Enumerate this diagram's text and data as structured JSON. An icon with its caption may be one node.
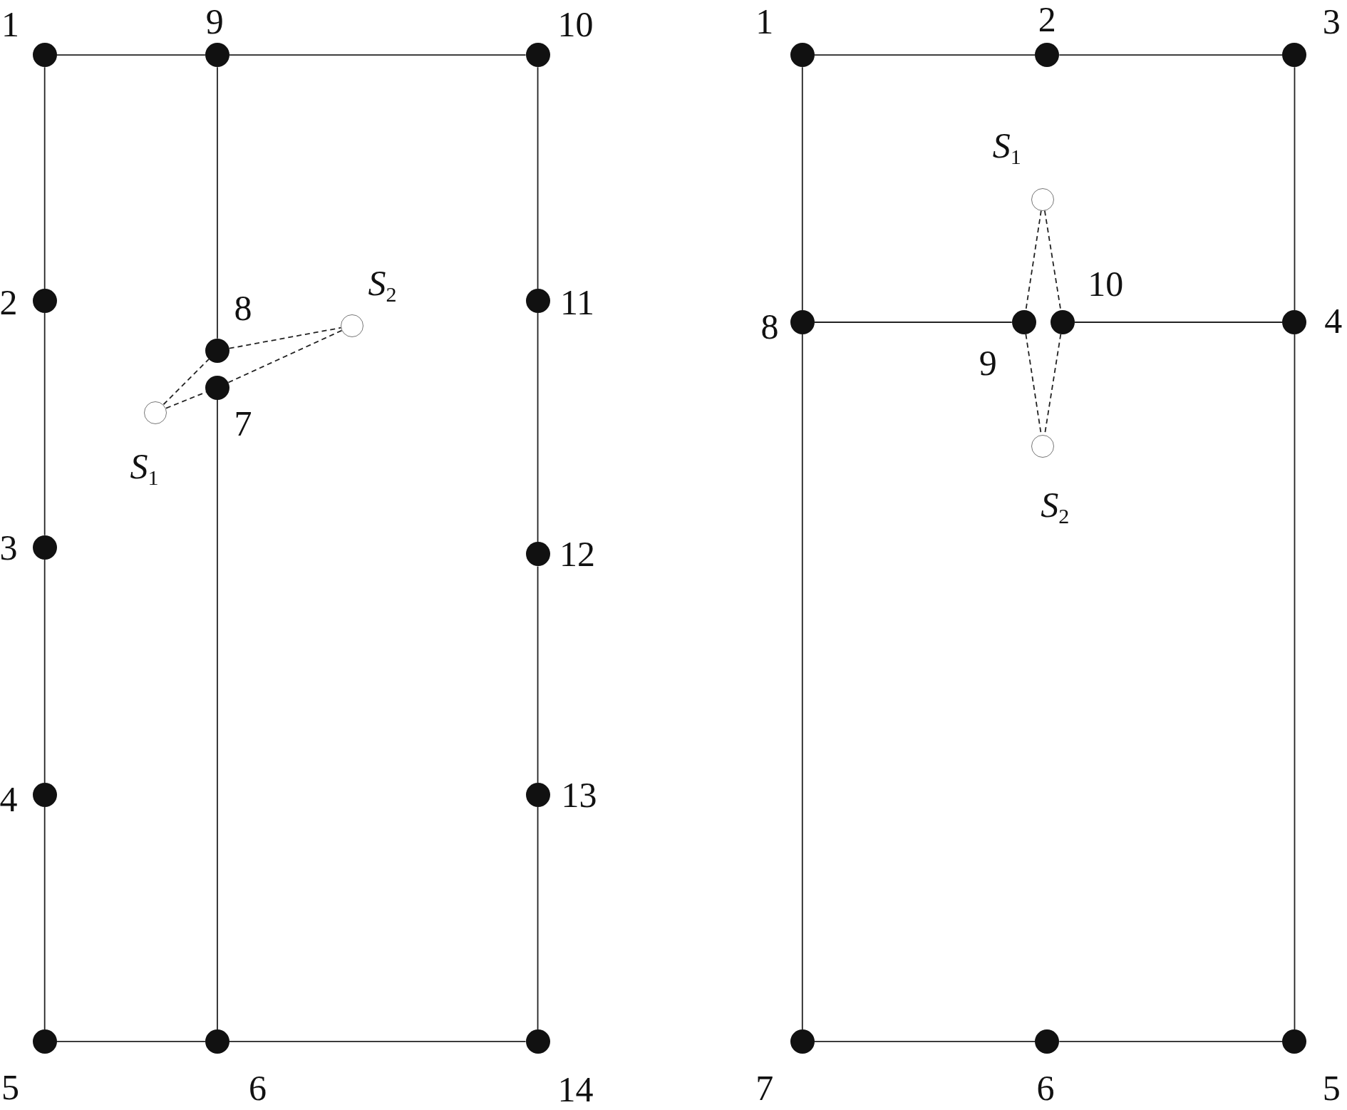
{
  "diagram": {
    "nodes": [
      {
        "text": [],
        "shape": "circle",
        "beside": [
          "1"
        ]
      },
      {
        "text": [],
        "shape": "circle",
        "beside": [
          "2"
        ]
      },
      {
        "text": [],
        "shape": "circle",
        "beside": [
          "3"
        ]
      },
      {
        "text": [],
        "shape": "circle",
        "beside": [
          "4"
        ]
      },
      {
        "text": [],
        "shape": "circle",
        "beside": [
          "5"
        ]
      },
      {
        "text": [],
        "shape": "circle",
        "beside": [
          "6"
        ]
      },
      {
        "text": [],
        "shape": "circle",
        "beside": [
          "7"
        ]
      },
      {
        "text": [],
        "shape": "circle",
        "beside": [
          "8"
        ]
      },
      {
        "text": [],
        "shape": "circle",
        "beside": [
          "9"
        ]
      },
      {
        "text": [],
        "shape": "circle",
        "beside": [
          "10"
        ]
      },
      {
        "text": [],
        "shape": "circle",
        "beside": [
          "11"
        ]
      },
      {
        "text": [],
        "shape": "circle",
        "beside": [
          "12"
        ]
      },
      {
        "text": [],
        "shape": "circle",
        "beside": [
          "13"
        ]
      },
      {
        "text": [],
        "shape": "circle",
        "beside": [
          "14"
        ]
      },
      {
        "text": [],
        "shape": "circle",
        "beside": [
          "*S*$_{1}$"
        ]
      },
      {
        "text": [],
        "shape": "circle",
        "beside": [
          "*S*$_{2}$"
        ]
      },
      {
        "text": [],
        "shape": "circle",
        "beside": [
          "1"
        ]
      },
      {
        "text": [],
        "shape": "circle",
        "beside": [
          "2"
        ]
      },
      {
        "text": [],
        "shape": "circle",
        "beside": [
          "3"
        ]
      },
      {
        "text": [],
        "shape": "circle",
        "beside": [
          "4"
        ]
      },
      {
        "text": [],
        "shape": "circle",
        "beside": [
          "5"
        ]
      },
      {
        "text": [],
        "shape": "circle",
        "beside": [
          "6"
        ]
      },
      {
        "text": [],
        "shape": "circle",
        "beside": [
          "7"
        ]
      },
      {
        "text": [],
        "shape": "circle",
        "beside": [
          "8"
        ]
      },
      {
        "text": [],
        "shape": "circle",
        "beside": [
          "9"
        ]
      },
      {
        "text": [],
        "shape": "circle",
        "beside": [
          "10"
        ]
      },
      {
        "text": [],
        "shape": "circle",
        "beside": [
          "*S*$_{1}$"
        ]
      },
      {
        "text": [],
        "shape": "circle",
        "beside": [
          "*S*$_{2}$"
        ]
      }
    ],
    "edges": [
      {
        "from": 0,
        "to": 8,
        "arrow": "none"
      },
      {
        "from": 8,
        "to": 9,
        "arrow": "none"
      },
      {
        "from": 0,
        "to": 1,
        "arrow": "none"
      },
      {
        "from": 1,
        "to": 2,
        "arrow": "none"
      },
      {
        "from": 2,
        "to": 3,
        "arrow": "none"
      },
      {
        "from": 3,
        "to": 4,
        "arrow": "none"
      },
      {
        "from": 4,
        "to": 5,
        "arrow": "none"
      },
      {
        "from": 5,
        "to": 13,
        "arrow": "none"
      },
      {
        "from": 9,
        "to": 10,
        "arrow": "none"
      },
      {
        "from": 10,
        "to": 11,
        "arrow": "none"
      },
      {
        "from": 11,
        "to": 12,
        "arrow": "none"
      },
      {
        "from": 12,
        "to": 13,
        "arrow": "none"
      },
      {
        "from": 8,
        "to": 7,
        "arrow": "none"
      },
      {
        "from": 6,
        "to": 5,
        "arrow": "none"
      },
      {
        "from": 14,
        "to": 7,
        "arrow": "none",
        "style": "dashed"
      },
      {
        "from": 14,
        "to": 6,
        "arrow": "none",
        "style": "dashed"
      },
      {
        "from": 7,
        "to": 15,
        "arrow": "none",
        "style": "dashed"
      },
      {
        "from": 6,
        "to": 15,
        "arrow": "none",
        "style": "dashed"
      },
      {
        "from": 16,
        "to": 17,
        "arrow": "none"
      },
      {
        "from": 17,
        "to": 18,
        "arrow": "none"
      },
      {
        "from": 18,
        "to": 19,
        "arrow": "none"
      },
      {
        "from": 19,
        "to": 20,
        "arrow": "none"
      },
      {
        "from": 20,
        "to": 21,
        "arrow": "none"
      },
      {
        "from": 21,
        "to": 22,
        "arrow": "none"
      },
      {
        "from": 22,
        "to": 23,
        "arrow": "none"
      },
      {
        "from": 23,
        "to": 16,
        "arrow": "none"
      },
      {
        "from": 23,
        "to": 24,
        "arrow": "none"
      },
      {
        "from": 25,
        "to": 19,
        "arrow": "none"
      },
      {
        "from": 26,
        "to": 24,
        "arrow": "none",
        "style": "dashed"
      },
      {
        "from": 26,
        "to": 25,
        "arrow": "none",
        "style": "dashed"
      },
      {
        "from": 24,
        "to": 27,
        "arrow": "none",
        "style": "dashed"
      },
      {
        "from": 25,
        "to": 27,
        "arrow": "none",
        "style": "dashed"
      }
    ]
  }
}
